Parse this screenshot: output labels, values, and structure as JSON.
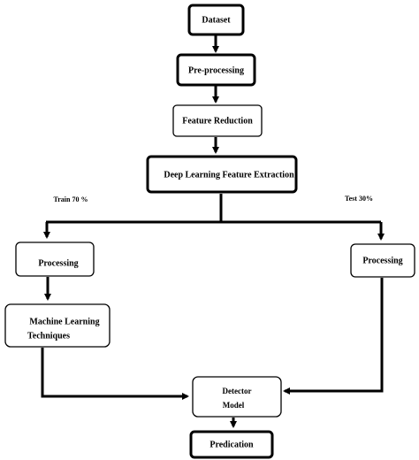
{
  "nodes": {
    "dataset": "Dataset",
    "preprocessing": "Pre-processing",
    "feature_reduction": "Feature Reduction",
    "deep_learning": "Deep Learning Feature Extraction",
    "processing_left": "Processing",
    "machine_learning_line1": "Machine Learning",
    "machine_learning_line2": "Techniques",
    "processing_right": "Processing",
    "detector_line1": "Detector",
    "detector_line2": "Model",
    "prediction": "Predication"
  },
  "edge_labels": {
    "train": "Train 70 %",
    "test": "Test 30%"
  },
  "colors": {
    "stroke": "#000000",
    "fill": "#ffffff",
    "text": "#000000"
  }
}
